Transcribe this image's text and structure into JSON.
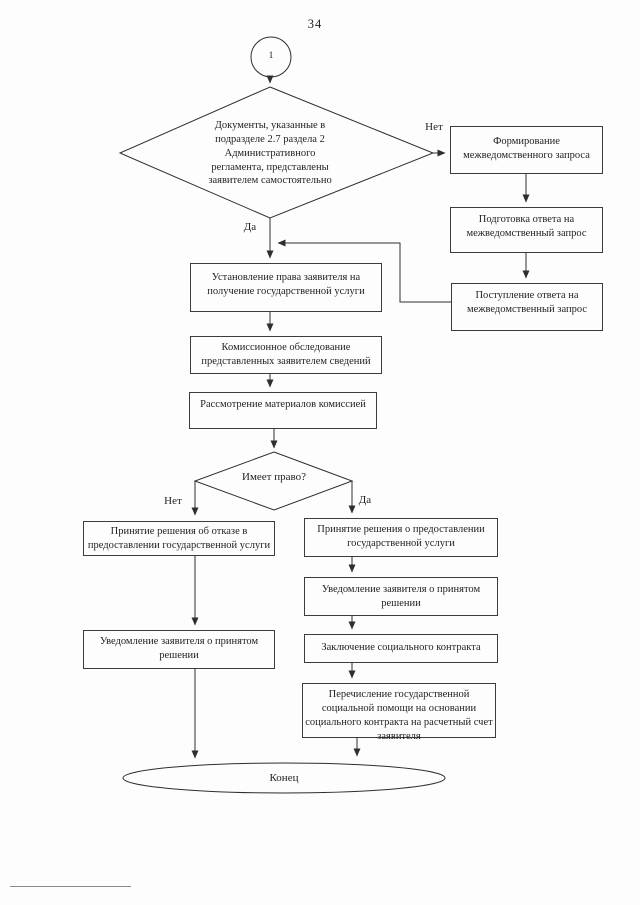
{
  "page": {
    "number": "34"
  },
  "colors": {
    "ink": "#1f1f1f",
    "line": "#2e2e2e",
    "paper": "#fdfdfd"
  },
  "flowchart": {
    "start": {
      "label": "1"
    },
    "decision_documents": {
      "text": "Документы, указанные в\nподразделе 2.7 раздела 2\nАдминистративного\nрегламента, представлены\nзаявителем самостоятельно"
    },
    "decision_has_right": {
      "text": "Имеет право?"
    },
    "labels": {
      "no1": "Нет",
      "yes1": "Да",
      "no2": "Нет",
      "yes2": "Да"
    },
    "boxes": {
      "form_request": "Формирование\nмежведомственного запроса",
      "prepare_response": "Подготовка ответа на\nмежведомственный запрос",
      "receive_response": "Поступление ответа на\nмежведомственный запрос",
      "establish_right": "Установление права заявителя на\nполучение государственной услуги",
      "commission_survey": "Комиссионное обследование\nпредставленных заявителем сведений",
      "commission_review": "Рассмотрение материалов комиссией",
      "refusal_decision": "Принятие решения об отказе в\nпредоставлении государственной услуги",
      "grant_decision": "Принятие решения о предоставлении\nгосударственной услуги",
      "notify_refusal": "Уведомление заявителя о принятом\nрешении",
      "notify_grant": "Уведомление заявителя о принятом\nрешении",
      "conclude_contract": "Заключение социального контракта",
      "transfer_payment": "Перечисление государственной\nсоциальной помощи на основании\nсоциального контракта на расчетный счет\nзаявителя"
    },
    "end": {
      "label": "Конец"
    }
  }
}
